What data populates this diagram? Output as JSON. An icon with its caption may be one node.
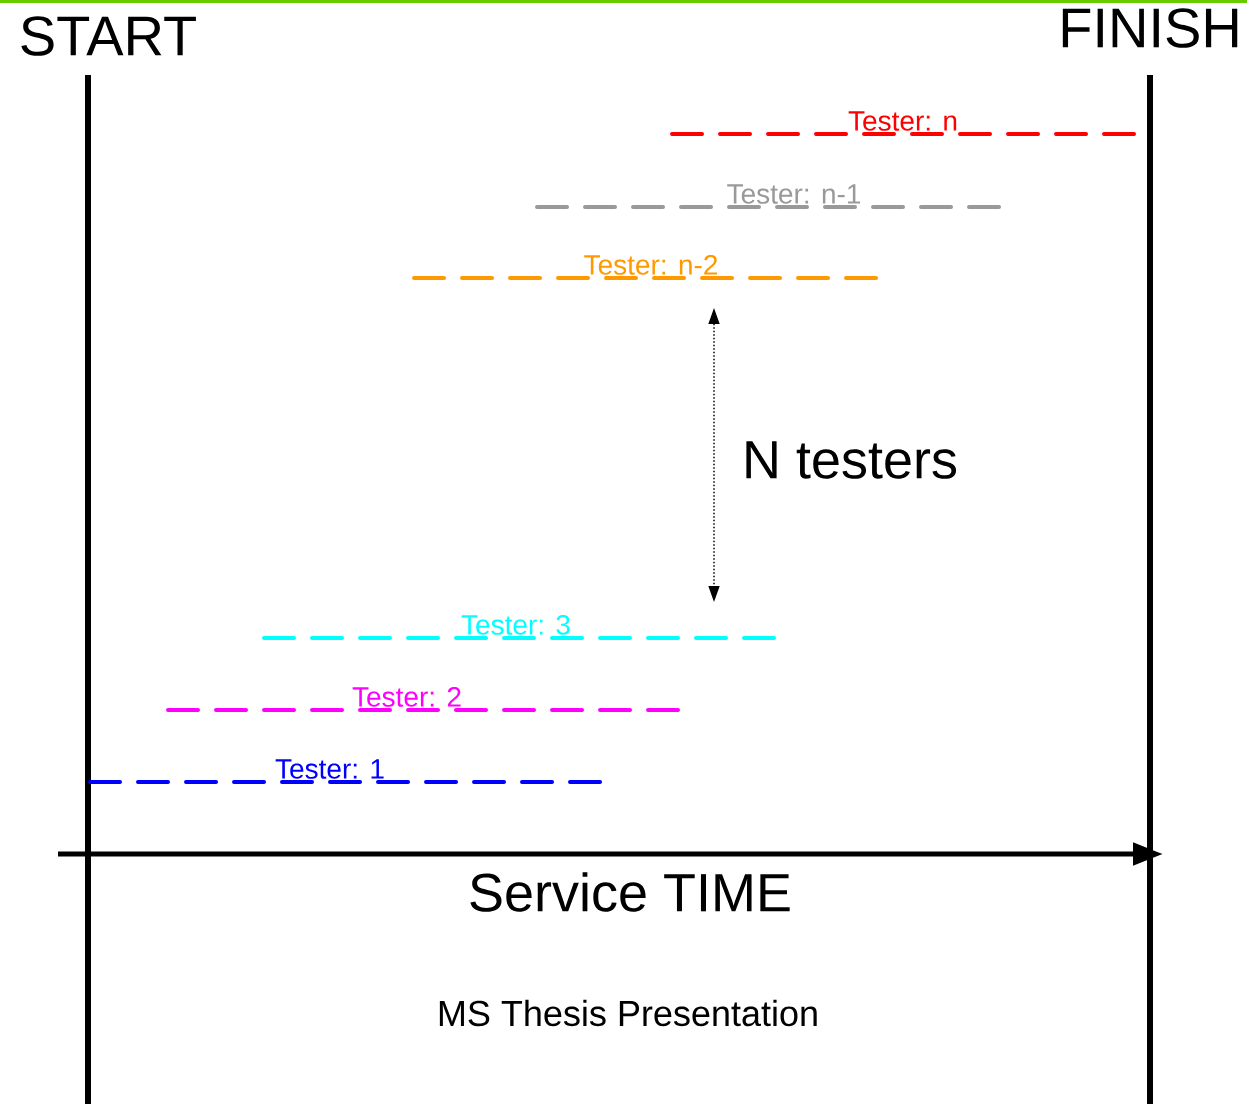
{
  "diagram": {
    "caption": "MS Thesis Presentation",
    "labels": [
      "START",
      "FINISH",
      "Tester: n",
      "Tester: n-1",
      "Tester: n-2",
      "N testers",
      "Tester: 3",
      "Tester: 2",
      "Tester: 1",
      "Service TIME"
    ]
  }
}
